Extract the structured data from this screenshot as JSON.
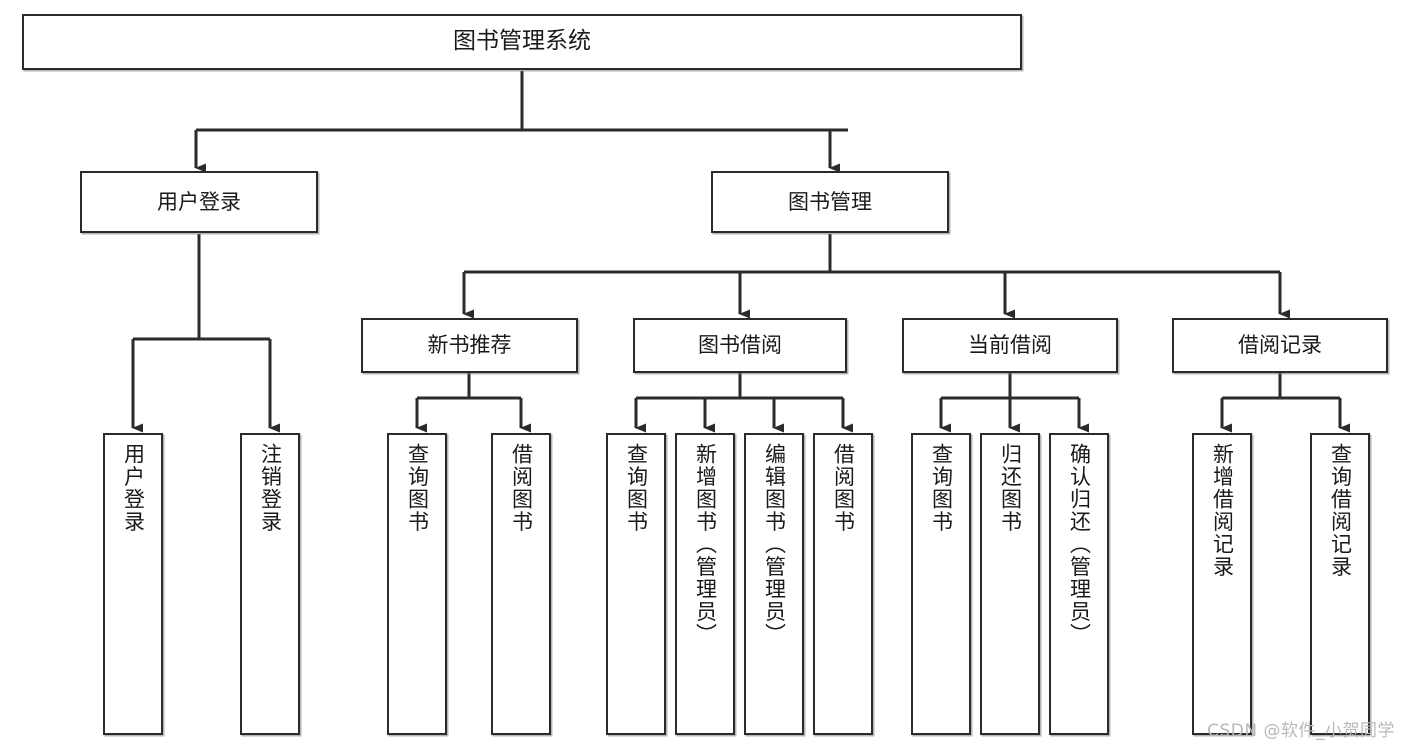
{
  "diagram": {
    "title": "图书管理系统",
    "type": "tree-hierarchy",
    "orientation": "top-down",
    "watermark": "CSDN @软件_小贺同学",
    "colors": {
      "box_border": "#2b2b2b",
      "box_fill": "#ffffff",
      "connector": "#2b2b2b",
      "text": "#1a1a1a",
      "watermark": "#b9b9b9",
      "background": "#ffffff"
    }
  },
  "nodes": {
    "root": {
      "label": "图书管理系统",
      "level": 1
    },
    "level2": [
      {
        "id": "user-login",
        "label": "用户登录"
      },
      {
        "id": "book-manage",
        "label": "图书管理"
      }
    ],
    "level3": [
      {
        "id": "new-book-recommend",
        "label": "新书推荐",
        "parent": "book-manage"
      },
      {
        "id": "book-borrow",
        "label": "图书借阅",
        "parent": "book-manage"
      },
      {
        "id": "current-borrow",
        "label": "当前借阅",
        "parent": "book-manage"
      },
      {
        "id": "borrow-record",
        "label": "借阅记录",
        "parent": "book-manage"
      }
    ],
    "leaves": [
      {
        "id": "leaf-user-login",
        "label": "用户登录",
        "parent": "user-login"
      },
      {
        "id": "leaf-logout",
        "label": "注销登录",
        "parent": "user-login"
      },
      {
        "id": "leaf-query-book-1",
        "label": "查询图书",
        "parent": "new-book-recommend"
      },
      {
        "id": "leaf-borrow-book-1",
        "label": "借阅图书",
        "parent": "new-book-recommend"
      },
      {
        "id": "leaf-query-book-2",
        "label": "查询图书",
        "parent": "book-borrow"
      },
      {
        "id": "leaf-add-book",
        "label": "新增图书（管理员）",
        "parent": "book-borrow"
      },
      {
        "id": "leaf-edit-book",
        "label": "编辑图书（管理员）",
        "parent": "book-borrow"
      },
      {
        "id": "leaf-borrow-book-2",
        "label": "借阅图书",
        "parent": "book-borrow"
      },
      {
        "id": "leaf-query-book-3",
        "label": "查询图书",
        "parent": "current-borrow"
      },
      {
        "id": "leaf-return-book",
        "label": "归还图书",
        "parent": "current-borrow"
      },
      {
        "id": "leaf-confirm-return",
        "label": "确认归还（管理员）",
        "parent": "current-borrow"
      },
      {
        "id": "leaf-add-record",
        "label": "新增借阅记录",
        "parent": "borrow-record"
      },
      {
        "id": "leaf-query-record",
        "label": "查询借阅记录",
        "parent": "borrow-record"
      }
    ]
  }
}
